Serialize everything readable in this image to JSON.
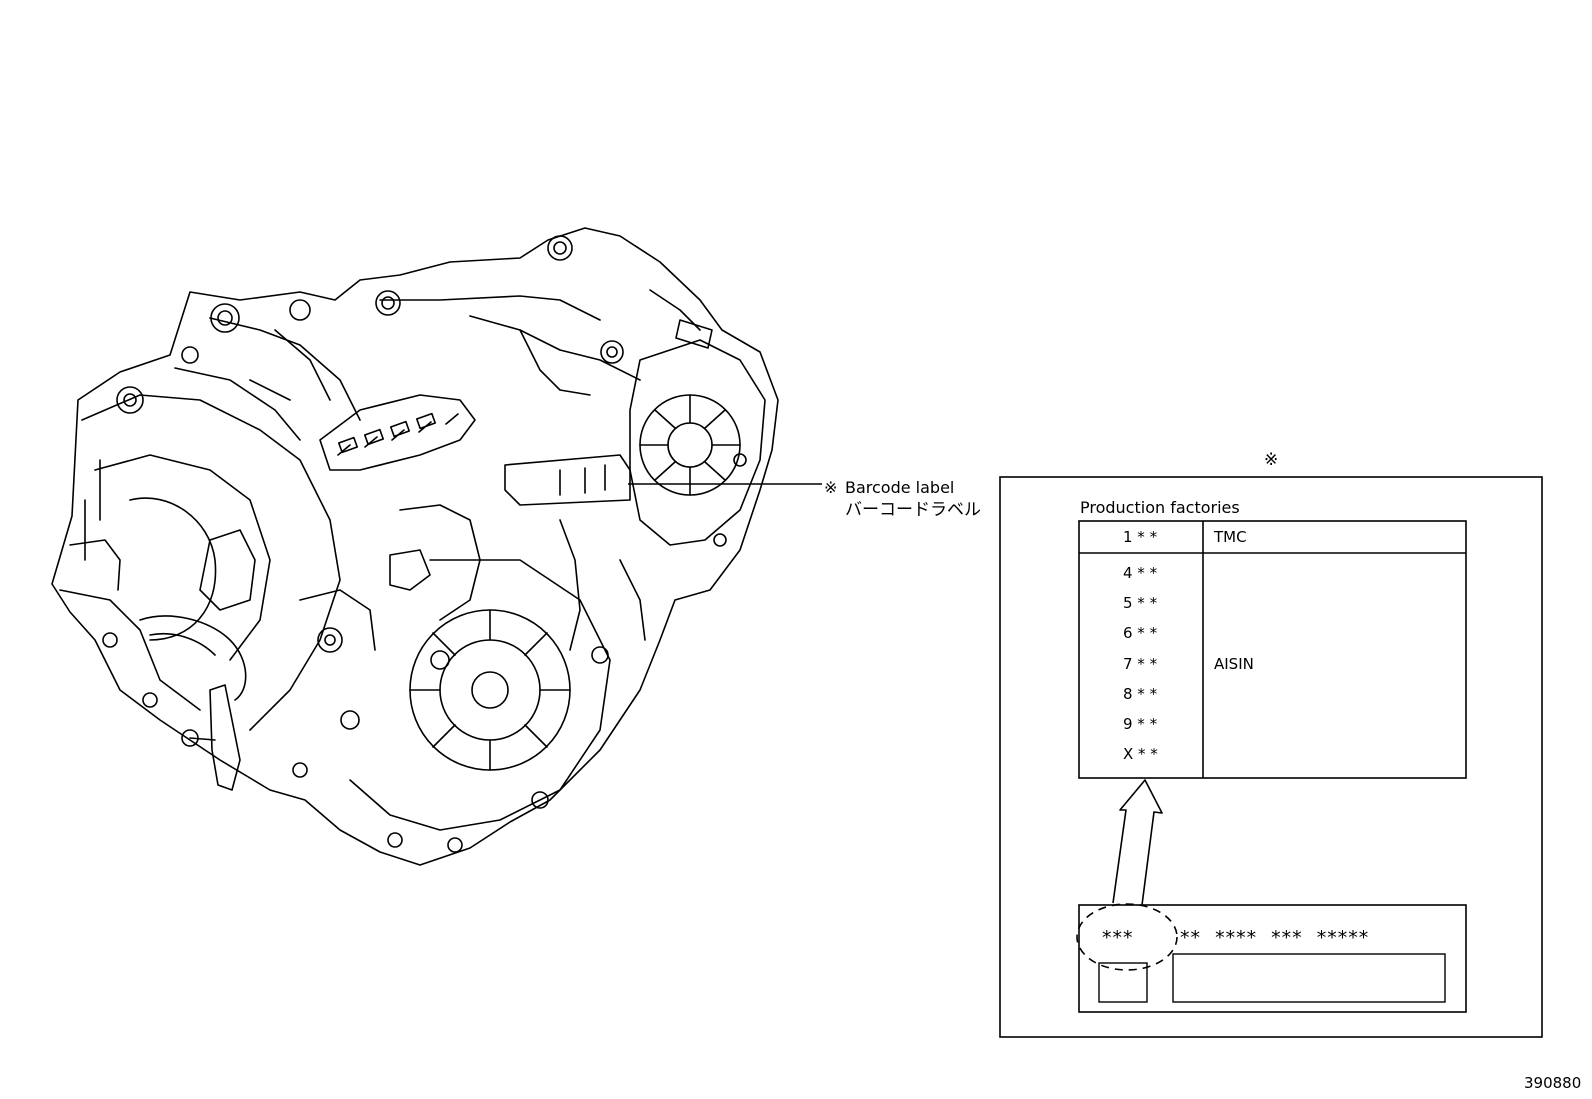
{
  "callout": {
    "mark": "※",
    "label_en": "Barcode label",
    "label_ja": "バーコードラベル"
  },
  "detail": {
    "mark": "※",
    "table_title": "Production factories",
    "rows": [
      {
        "code": "1 * *",
        "factory": "TMC"
      },
      {
        "code": "4 * *",
        "factory": ""
      },
      {
        "code": "5 * *",
        "factory": ""
      },
      {
        "code": "6 * *",
        "factory": ""
      },
      {
        "code": "7 * *",
        "factory": "AISIN"
      },
      {
        "code": "8 * *",
        "factory": ""
      },
      {
        "code": "9 * *",
        "factory": ""
      },
      {
        "code": "X * *",
        "factory": ""
      }
    ],
    "label_prefix": "***",
    "label_code": "**  ****  ***  *****"
  },
  "figure_id": "390880",
  "colors": {
    "line": "#000000",
    "background": "#ffffff"
  }
}
